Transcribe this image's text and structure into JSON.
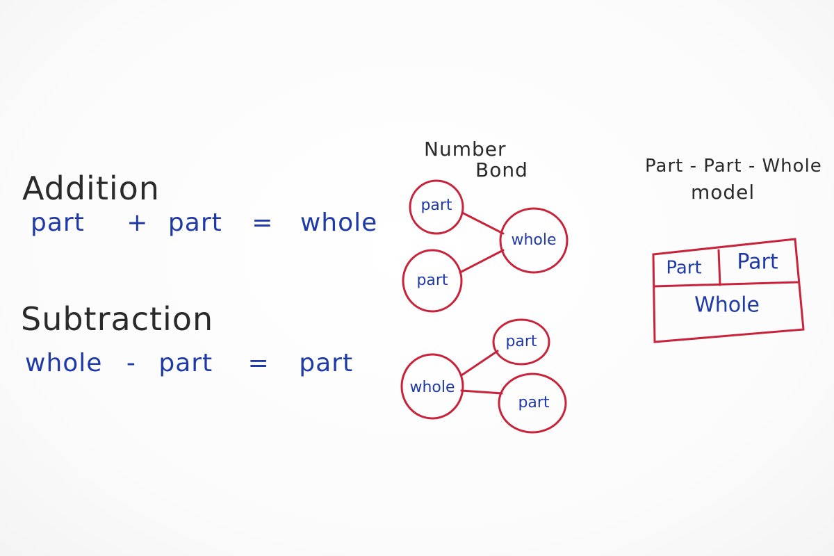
{
  "addition": {
    "heading": "Addition",
    "terms": [
      "part",
      "+",
      "part",
      "=",
      "whole"
    ]
  },
  "subtraction": {
    "heading": "Subtraction",
    "terms": [
      "whole",
      "-",
      "part",
      "=",
      "part"
    ]
  },
  "number_bond": {
    "title_line1": "Number",
    "title_line2": "Bond",
    "bond1": {
      "part_a": "part",
      "part_b": "part",
      "whole": "whole"
    },
    "bond2": {
      "whole": "whole",
      "part_a": "part",
      "part_b": "part"
    }
  },
  "ppw_model": {
    "title_line1": "Part - Part - Whole",
    "title_line2": "model",
    "part_left": "Part",
    "part_right": "Part",
    "whole": "Whole"
  },
  "colors": {
    "ink_black": "#2a2a2a",
    "ink_blue": "#1f3aa8",
    "ink_red": "#c8233a"
  }
}
